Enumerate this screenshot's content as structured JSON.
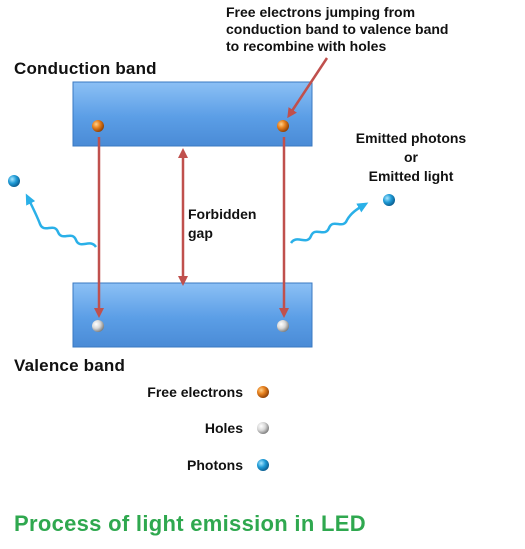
{
  "diagram": {
    "conduction_band_label": "Conduction band",
    "valence_band_label": "Valence band",
    "annotation": {
      "line1": "Free electrons jumping from",
      "line2": "conduction band to valence band",
      "line3": "to recombine with holes"
    },
    "emitted": {
      "line1": "Emitted photons",
      "line2": "or",
      "line3": "Emitted light"
    },
    "forbidden_gap": {
      "line1": "Forbidden",
      "line2": "gap"
    },
    "legend": [
      {
        "label": "Free electrons",
        "icon": "electron-icon",
        "color": "#e0751e"
      },
      {
        "label": "Holes",
        "icon": "hole-icon",
        "color": "#cfcfcf"
      },
      {
        "label": "Photons",
        "icon": "photon-icon",
        "color": "#1f9bd6"
      }
    ],
    "caption": "Process of light emission in LED"
  },
  "colors": {
    "band_fill": "#5b9ee6",
    "arrow": "#c0504d",
    "wave": "#2ab0e8",
    "caption": "#2fa84f"
  }
}
